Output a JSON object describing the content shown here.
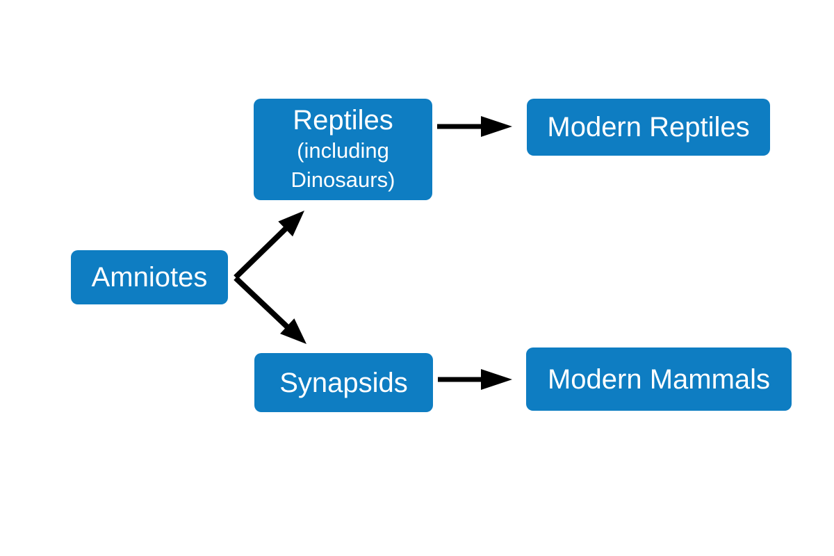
{
  "diagram": {
    "type": "flowchart",
    "description": "Amniote evolution cladogram",
    "nodes": [
      {
        "id": "amniotes",
        "label": "Amniotes"
      },
      {
        "id": "reptiles",
        "label": "Reptiles",
        "sublabel": "(including Dinosaurs)"
      },
      {
        "id": "modern-reptiles",
        "label": "Modern Reptiles"
      },
      {
        "id": "synapsids",
        "label": "Synapsids"
      },
      {
        "id": "modern-mammals",
        "label": "Modern Mammals"
      }
    ],
    "edges": [
      {
        "from": "amniotes",
        "to": "reptiles"
      },
      {
        "from": "amniotes",
        "to": "synapsids"
      },
      {
        "from": "reptiles",
        "to": "modern-reptiles"
      },
      {
        "from": "synapsids",
        "to": "modern-mammals"
      }
    ],
    "colors": {
      "node_fill": "#0e7dc2",
      "node_text": "#ffffff",
      "arrow": "#000000",
      "background": "#ffffff"
    }
  }
}
